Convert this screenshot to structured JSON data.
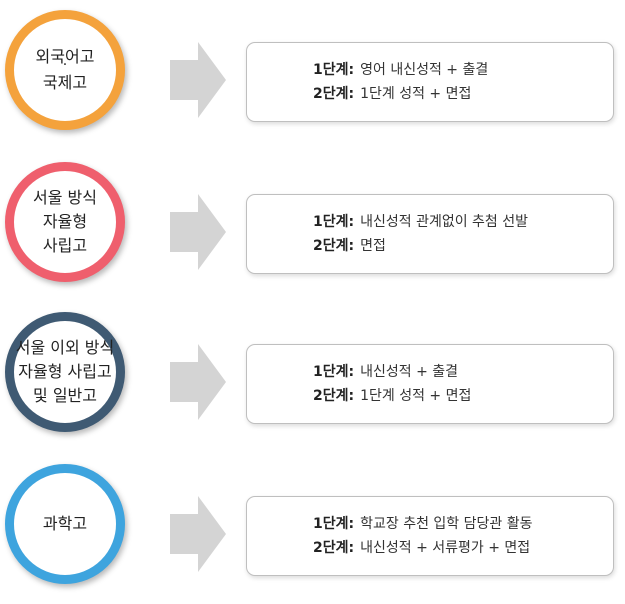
{
  "colors": {
    "ring_1": "#f4a23c",
    "ring_2": "#ef5f6d",
    "ring_3": "#3f5a73",
    "ring_4": "#3ea4de",
    "arrow": "#d4d4d4",
    "box_border": "#bfbfbf"
  },
  "icons": {
    "arrow": "right-block-arrow-icon"
  },
  "rows": [
    {
      "school": [
        "외국어고",
        "·",
        "국제고"
      ],
      "steps": [
        {
          "label": "1단계:",
          "desc": "영어 내신성적 + 출결"
        },
        {
          "label": "2단계:",
          "desc": "1단계 성적 + 면접"
        }
      ]
    },
    {
      "school": [
        "서울 방식",
        "자율형",
        "사립고"
      ],
      "steps": [
        {
          "label": "1단계:",
          "desc": "내신성적 관계없이 추첨 선발"
        },
        {
          "label": "2단계:",
          "desc": "면접"
        }
      ]
    },
    {
      "school": [
        "서울 이외 방식",
        "자율형 사립고",
        "및 일반고"
      ],
      "steps": [
        {
          "label": "1단계:",
          "desc": "내신성적 + 출결"
        },
        {
          "label": "2단계:",
          "desc": "1단계 성적 + 면접"
        }
      ]
    },
    {
      "school": [
        "과학고"
      ],
      "steps": [
        {
          "label": "1단계:",
          "desc": "학교장 추천 입학 담당관 활동"
        },
        {
          "label": "2단계:",
          "desc": "내신성적 + 서류평가 + 면접"
        }
      ]
    }
  ]
}
